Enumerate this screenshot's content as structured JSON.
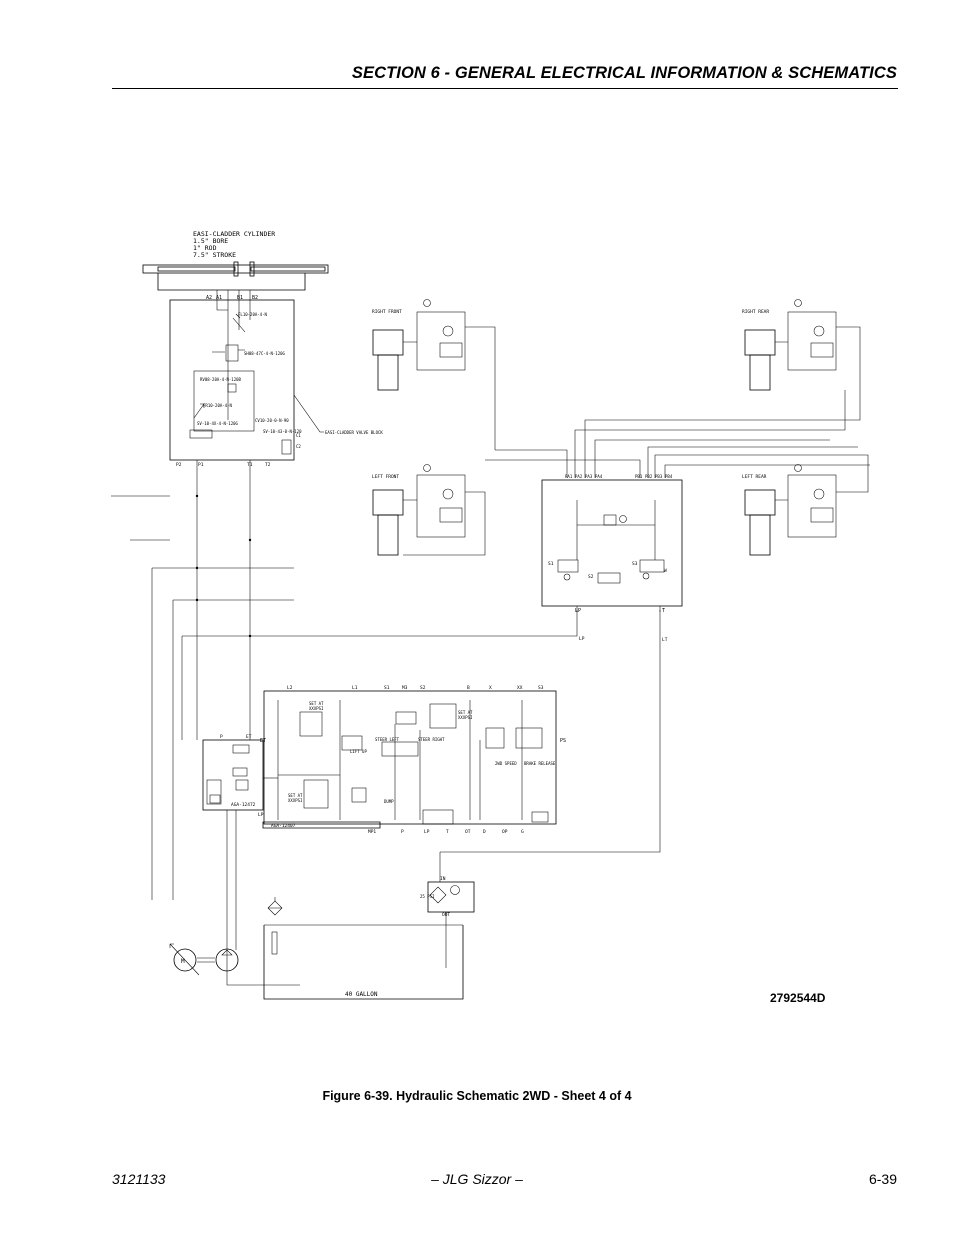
{
  "header": {
    "section_title": "SECTION 6 - GENERAL ELECTRICAL INFORMATION & SCHEMATICS"
  },
  "schematic": {
    "cylinder_title": "EASI-CLADDER CYLINDER",
    "cylinder_bore": "1.5\" BORE",
    "cylinder_rod": "1\" ROD",
    "cylinder_stroke": "7.5\" STROKE",
    "valve_block_label": "EASI-CLADDER VALVE BLOCK",
    "port_a2": "A2",
    "port_a1": "A1",
    "port_b1": "B1",
    "port_b2": "B2",
    "part_fl": "FL10-20A-4-N",
    "part_sh": "SH08-47C-4-N-120G",
    "part_rv": "RV08-20A-4-N-120B",
    "part_fr": "FR10-20A-4-N",
    "part_ch": "CV10-20-0-N-90",
    "part_sv": "SV-10-4X-4-N-120G",
    "part_sv2": "SV-10-43-0-N-120",
    "port_c1": "C1",
    "port_c2": "C2",
    "port_p2": "P2",
    "port_p1": "P1",
    "port_t1": "T1",
    "port_t2": "T2",
    "label_right_front": "RIGHT FRONT",
    "label_right_rear": "RIGHT REAR",
    "label_left_front": "LEFT FRONT",
    "label_left_rear": "LEFT REAR",
    "motor_ports": [
      "PA1",
      "PA2",
      "PA3",
      "PA4",
      "PB1",
      "PB2",
      "PB3",
      "PB4"
    ],
    "sol_s1": "S1",
    "sol_s2": "S2",
    "sol_s3": "S3",
    "sol_w": "W",
    "port_lp": "LP",
    "port_t": "T",
    "line_lp": "LP",
    "line_lt": "LT",
    "manifold_ports_top": [
      "L2",
      "L1",
      "S1",
      "M3",
      "S2",
      "B",
      "X",
      "XX",
      "S3"
    ],
    "manifold_ports_bottom": [
      "MP1",
      "P",
      "LP",
      "T",
      "OT",
      "D",
      "OP",
      "G"
    ],
    "manifold_p": "P",
    "manifold_ps": "PS",
    "manifold_et": "ET",
    "manifold_lp": "LP",
    "label_lift_up": "LIFT UP",
    "label_steer_left": "STEER LEFT",
    "label_steer_right": "STEER RIGHT",
    "label_2wd_speed": "2WD SPEED",
    "label_brake_release": "BRAKE RELEASE",
    "label_dump": "DUMP",
    "label_set_at": "SET AT",
    "label_psi": "XXXPSI",
    "part_aga_1": "AGA-12472",
    "part_aga_2": "AGA-12407",
    "filter_in": "IN",
    "filter_out": "OUT",
    "filter_psi": "25 PSI",
    "motor_m": "M",
    "tank_label": "40 GALLON"
  },
  "drawing_number": "2792544D",
  "figure_caption": "Figure 6-39.  Hydraulic Schematic 2WD - Sheet 4 of 4",
  "footer": {
    "doc_number": "3121133",
    "title": "– JLG Sizzor –",
    "page": "6-39"
  }
}
